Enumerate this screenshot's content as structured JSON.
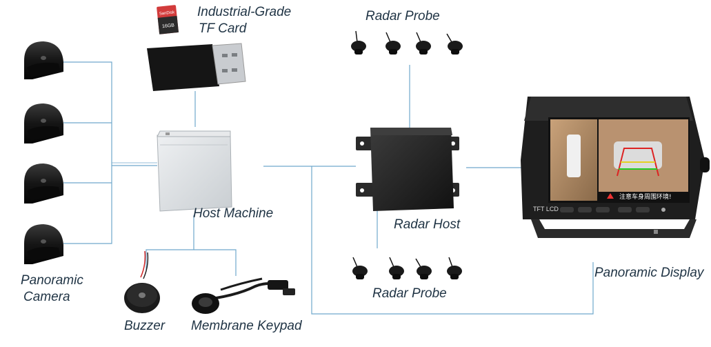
{
  "labels": {
    "tf_card": [
      "Industrial-Grade",
      "TF Card"
    ],
    "radar_probe_top": "Radar Probe",
    "host_machine": "Host Machine",
    "radar_host": "Radar Host",
    "radar_probe_bottom": "Radar Probe",
    "panoramic_camera": [
      "Panoramic",
      "Camera"
    ],
    "panoramic_display": "Panoramic Display",
    "buzzer": "Buzzer",
    "membrane_keypad": "Membrane Keypad"
  },
  "sd_card": {
    "brand_text": "SanDisk",
    "capacity_text": "16GB"
  },
  "monitor": {
    "brand_text": "TFT LCD",
    "warning_text": "注意车身周围环境!"
  },
  "colors": {
    "connector_line": "#6fa8cc",
    "label_text": "#1f3344",
    "device_black": "#1a1a1a",
    "host_silver": "#d9dde0"
  }
}
